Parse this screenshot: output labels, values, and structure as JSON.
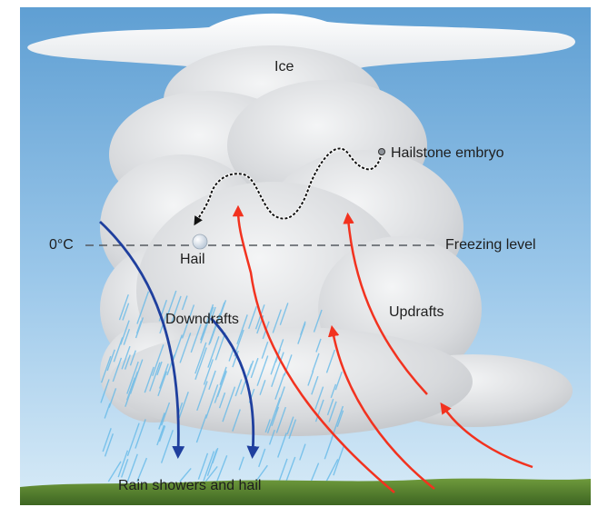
{
  "labels": {
    "ice": "Ice",
    "hailstone_embryo": "Hailstone embryo",
    "zero_c": "0°C",
    "freezing_level": "Freezing level",
    "hail": "Hail",
    "downdrafts": "Downdrafts",
    "updrafts": "Updrafts",
    "rain_showers": "Rain showers and hail"
  },
  "colors": {
    "sky_top": "#6aa8d8",
    "sky_bottom": "#d6e9f6",
    "cloud": "#e4e6e8",
    "updraft_arrow": "#f2321f",
    "downdraft_arrow": "#1f3f9e",
    "rain": "#5fb7e8",
    "ground": "#4e7a2b"
  },
  "icons": {
    "embryo": "embryo-dot-icon",
    "hail": "hail-ball-icon"
  }
}
